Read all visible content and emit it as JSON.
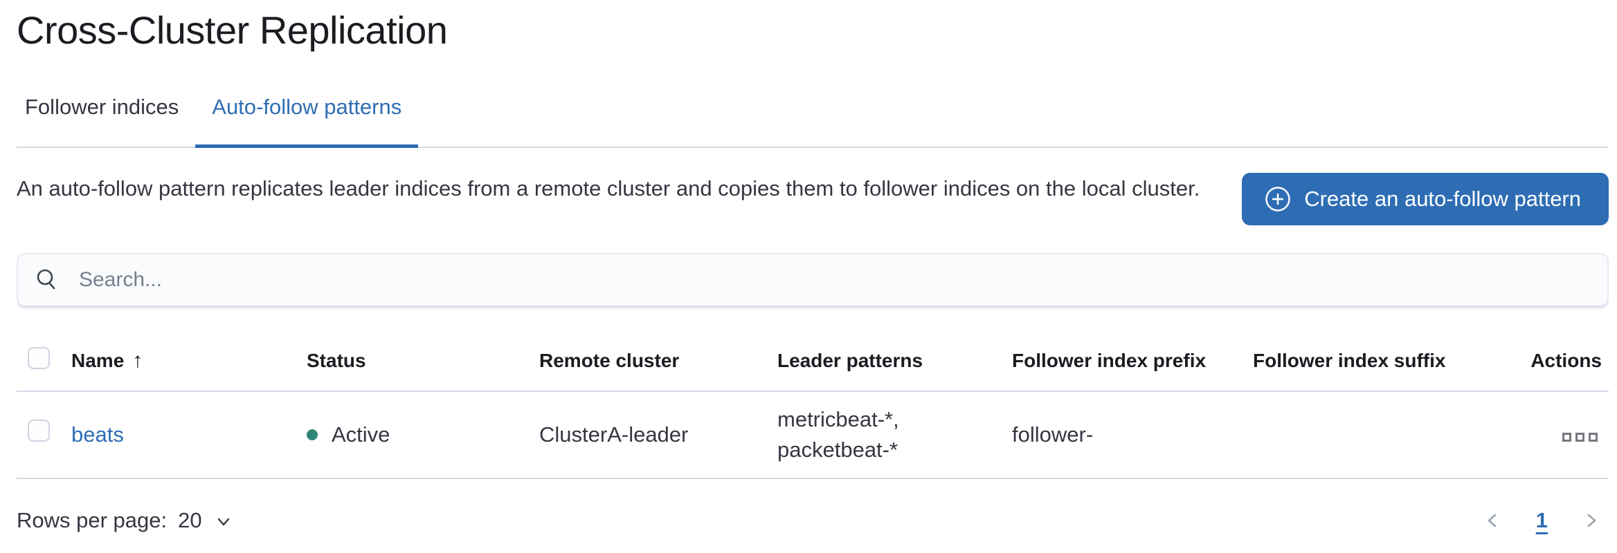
{
  "page": {
    "title": "Cross-Cluster Replication"
  },
  "tabs": [
    {
      "label": "Follower indices",
      "active": false
    },
    {
      "label": "Auto-follow patterns",
      "active": true
    }
  ],
  "intro": {
    "description": "An auto-follow pattern replicates leader indices from a remote cluster and copies them to follower indices on the local cluster.",
    "create_button_label": "Create an auto-follow pattern"
  },
  "search": {
    "placeholder": "Search..."
  },
  "table": {
    "columns": [
      "Name",
      "Status",
      "Remote cluster",
      "Leader patterns",
      "Follower index prefix",
      "Follower index suffix",
      "Actions"
    ],
    "sort": {
      "column": "Name",
      "direction": "ascending",
      "icon": "↑"
    },
    "rows": [
      {
        "name": "beats",
        "status": "Active",
        "remote_cluster": "ClusterA-leader",
        "leader_patterns": "metricbeat-*, packetbeat-*",
        "follower_index_prefix": "follower-",
        "follower_index_suffix": ""
      }
    ]
  },
  "footer": {
    "rows_per_page_label": "Rows per page:",
    "rows_per_page_value": "20",
    "pagination": {
      "current_page": "1"
    }
  },
  "colors": {
    "accent_blue": "#2e6db4",
    "status_active_green": "#2e8677",
    "border_light": "#d3dae6"
  }
}
